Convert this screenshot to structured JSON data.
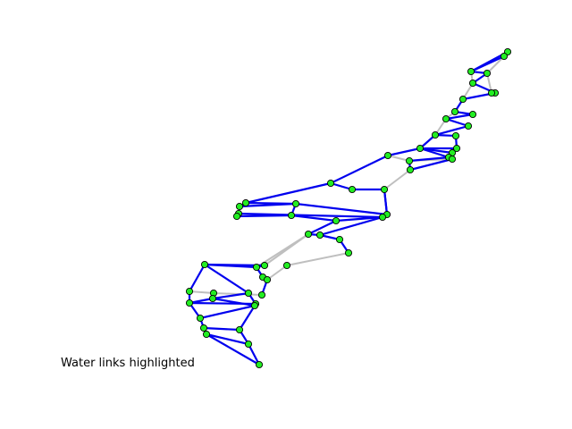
{
  "caption": "Water links highlighted",
  "colors": {
    "background": "#ffffff",
    "water_link": "#0000ee",
    "other_link": "#bfbfbf",
    "node_fill": "#22ee22",
    "node_stroke": "#000000"
  },
  "legend": {
    "water_links": "blue",
    "other_links": "gray"
  }
}
